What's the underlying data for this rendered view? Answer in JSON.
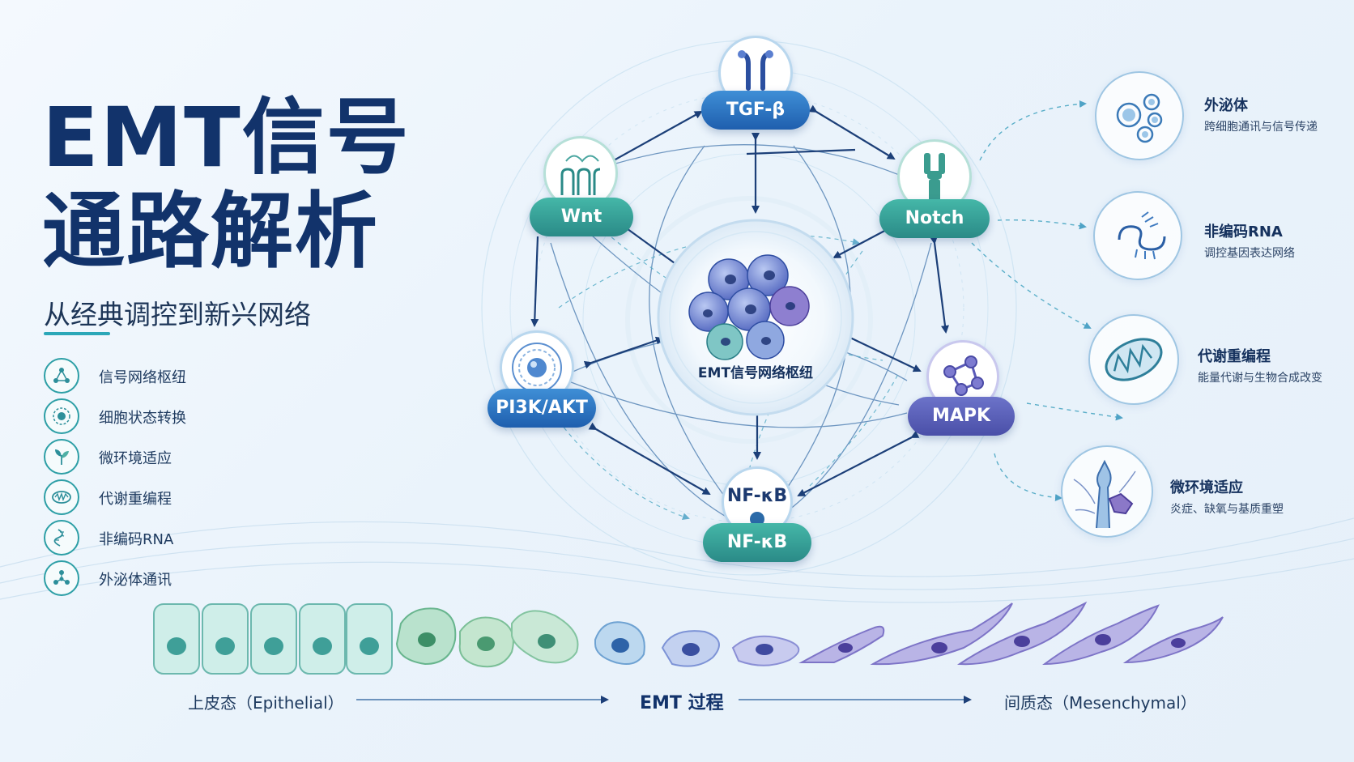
{
  "title": {
    "line1": "EMT信号",
    "line2": "通路解析"
  },
  "subtitle": "从经典调控到新兴网络",
  "features": [
    {
      "label": "信号网络枢纽",
      "icon": "network-icon"
    },
    {
      "label": "细胞状态转换",
      "icon": "cell-state-icon"
    },
    {
      "label": "微环境适应",
      "icon": "leaf-icon"
    },
    {
      "label": "代谢重编程",
      "icon": "mitochondria-icon"
    },
    {
      "label": "非编码RNA",
      "icon": "rna-icon"
    },
    {
      "label": "外泌体通讯",
      "icon": "exosome-icon"
    }
  ],
  "hub": {
    "label": "EMT信号网络枢纽"
  },
  "nodes": {
    "tgf": "TGF-β",
    "wnt": "Wnt",
    "notch": "Notch",
    "pi3k": "PI3K/AKT",
    "mapk": "MAPK",
    "nfkb_badge": "NF-κB",
    "nfkb": "NF-κB"
  },
  "side_items": [
    {
      "title": "外泌体",
      "desc": "跨细胞通讯与信号传递",
      "icon": "exosome-icon"
    },
    {
      "title": "非编码RNA",
      "desc": "调控基因表达网络",
      "icon": "rna-icon"
    },
    {
      "title": "代谢重编程",
      "desc": "能量代谢与生物合成改变",
      "icon": "mitochondria-icon"
    },
    {
      "title": "微环境适应",
      "desc": "炎症、缺氧与基质重塑",
      "icon": "microenvironment-icon"
    }
  ],
  "transition": {
    "start": "上皮态（Epithelial）",
    "middle": "EMT 过程",
    "end": "间质态（Mesenchymal）"
  },
  "colors": {
    "navy": "#12336b",
    "blue": "#1f5fae",
    "teal": "#2a8a87",
    "purple": "#4a4fa8",
    "epithelial": "#8fd1c8",
    "mesenchymal": "#8b84cc"
  }
}
